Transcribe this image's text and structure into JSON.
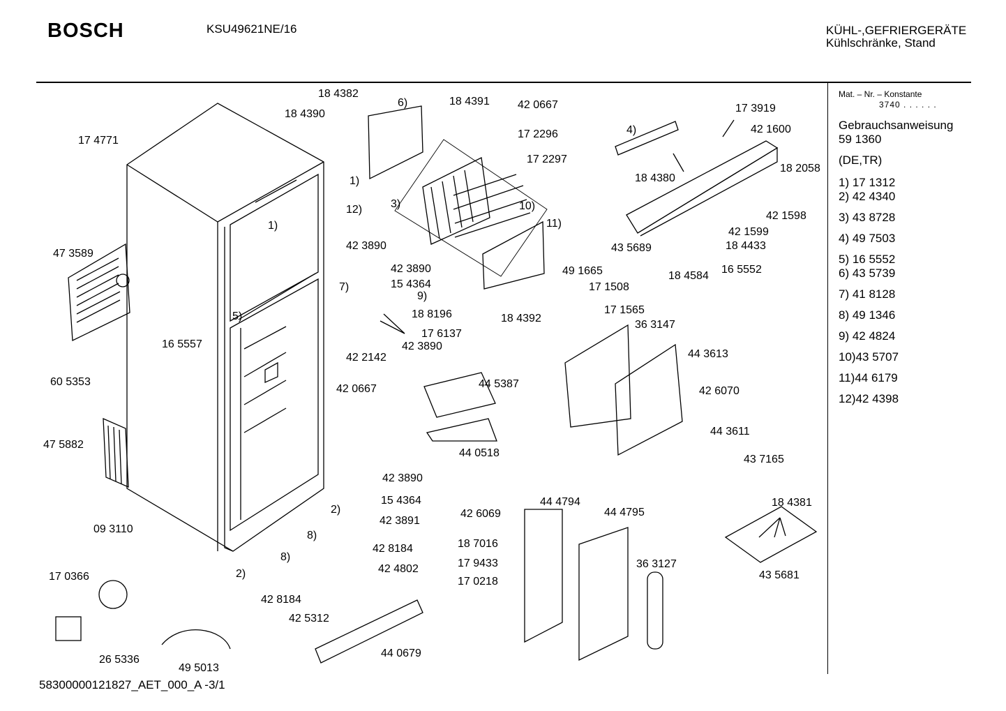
{
  "header": {
    "brand": "BOSCH",
    "model": "KSU49621NE/16",
    "category_line1": "KÜHL-,GEFRIERGERÄTE",
    "category_line2": "Kühlschränke, Stand"
  },
  "sidebar": {
    "mat_line1": "Mat. – Nr. – Konstante",
    "mat_line2": "3740 . .   . . . .",
    "manual_title": "Gebrauchsanweisung",
    "manual_number": "59 1360",
    "manual_lang": "(DE,TR)",
    "legend": [
      {
        "key": "1)",
        "value": "17 1312"
      },
      {
        "key": "2)",
        "value": "42 4340"
      },
      {
        "key": "3)",
        "value": "43 8728"
      },
      {
        "key": "4)",
        "value": "49 7503"
      },
      {
        "key": "5)",
        "value": "16 5552"
      },
      {
        "key": "6)",
        "value": "43 5739"
      },
      {
        "key": "7)",
        "value": "41 8128"
      },
      {
        "key": "8)",
        "value": "49 1346"
      },
      {
        "key": "9)",
        "value": "42 4824"
      },
      {
        "key": "10)",
        "value": "43 5707"
      },
      {
        "key": "11)",
        "value": "44 6179"
      },
      {
        "key": "12)",
        "value": "42 4398"
      }
    ]
  },
  "part_labels": [
    "18 4382",
    "18 4390",
    "6)",
    "18 4391",
    "42 0667",
    "17 2296",
    "17 2297",
    "17 4771",
    "1)",
    "12)",
    "3)",
    "10)",
    "11)",
    "1)",
    "42 3890",
    "47 3589",
    "42 3890",
    "15 4364",
    "7)",
    "9)",
    "18 8196",
    "17 6137",
    "5)",
    "16 5557",
    "42 2142",
    "42 3890",
    "60 5353",
    "42 0667",
    "47 5882",
    "09 3110",
    "42 3890",
    "15 4364",
    "42 3891",
    "2)",
    "8)",
    "8)",
    "42 8184",
    "42 4802",
    "17 0366",
    "2)",
    "42 8184",
    "42 5312",
    "44 0679",
    "26 5336",
    "49 5013",
    "4)",
    "17 3919",
    "42 1600",
    "18 2058",
    "18 4380",
    "42 1598",
    "42 1599",
    "18 4433",
    "43 5689",
    "16 5552",
    "18 4584",
    "49 1665",
    "17 1508",
    "18 4392",
    "17 1565",
    "36 3147",
    "44 3613",
    "44 5387",
    "44 0518",
    "42 6070",
    "44 3611",
    "43 7165",
    "18 4381",
    "43 5681",
    "42 6069",
    "44 4794",
    "44 4795",
    "18 7016",
    "17 9433",
    "17 0218",
    "36 3127"
  ],
  "footer": "58300000121827_AET_000_A -3/1"
}
